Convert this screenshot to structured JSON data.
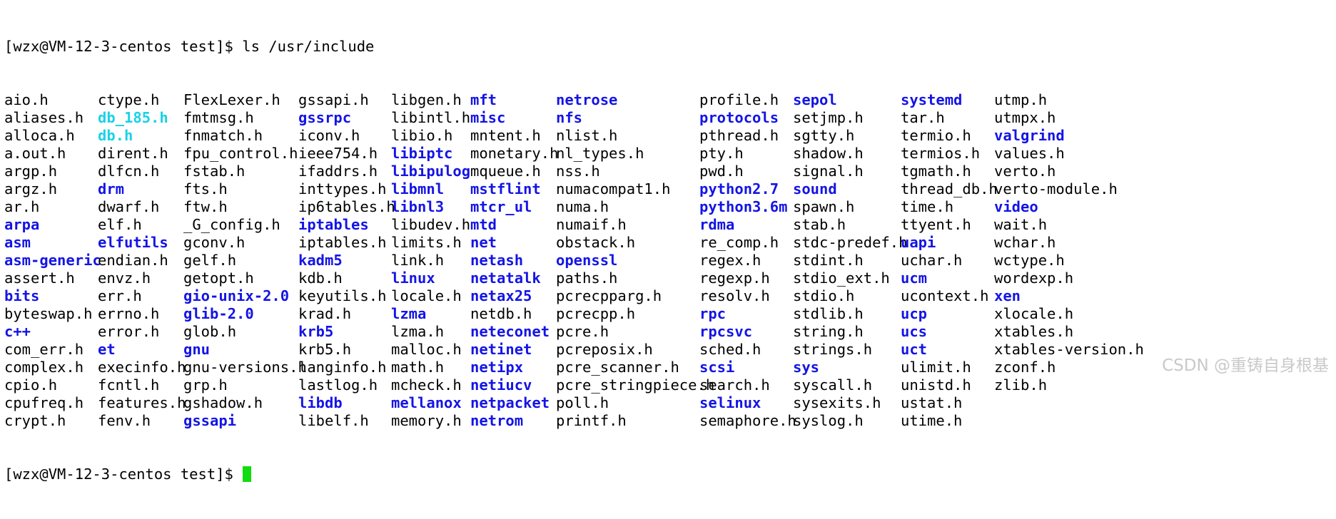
{
  "terminal": {
    "prompt": "[wzx@VM-12-3-centos test]$ ",
    "command": "ls /usr/include",
    "prompt2": "[wzx@VM-12-3-centos test]$ ",
    "colors": {
      "file": "#000000",
      "dir": "#1414e6",
      "link": "#19d2e6",
      "cursor": "#10dc10"
    }
  },
  "listing": {
    "columns": [
      [
        {
          "name": "aio.h",
          "kind": "file"
        },
        {
          "name": "aliases.h",
          "kind": "file"
        },
        {
          "name": "alloca.h",
          "kind": "file"
        },
        {
          "name": "a.out.h",
          "kind": "file"
        },
        {
          "name": "argp.h",
          "kind": "file"
        },
        {
          "name": "argz.h",
          "kind": "file"
        },
        {
          "name": "ar.h",
          "kind": "file"
        },
        {
          "name": "arpa",
          "kind": "dir"
        },
        {
          "name": "asm",
          "kind": "dir"
        },
        {
          "name": "asm-generic",
          "kind": "dir"
        },
        {
          "name": "assert.h",
          "kind": "file"
        },
        {
          "name": "bits",
          "kind": "dir"
        },
        {
          "name": "byteswap.h",
          "kind": "file"
        },
        {
          "name": "c++",
          "kind": "dir"
        },
        {
          "name": "com_err.h",
          "kind": "file"
        },
        {
          "name": "complex.h",
          "kind": "file"
        },
        {
          "name": "cpio.h",
          "kind": "file"
        },
        {
          "name": "cpufreq.h",
          "kind": "file"
        },
        {
          "name": "crypt.h",
          "kind": "file"
        }
      ],
      [
        {
          "name": "ctype.h",
          "kind": "file"
        },
        {
          "name": "db_185.h",
          "kind": "link"
        },
        {
          "name": "db.h",
          "kind": "link"
        },
        {
          "name": "dirent.h",
          "kind": "file"
        },
        {
          "name": "dlfcn.h",
          "kind": "file"
        },
        {
          "name": "drm",
          "kind": "dir"
        },
        {
          "name": "dwarf.h",
          "kind": "file"
        },
        {
          "name": "elf.h",
          "kind": "file"
        },
        {
          "name": "elfutils",
          "kind": "dir"
        },
        {
          "name": "endian.h",
          "kind": "file"
        },
        {
          "name": "envz.h",
          "kind": "file"
        },
        {
          "name": "err.h",
          "kind": "file"
        },
        {
          "name": "errno.h",
          "kind": "file"
        },
        {
          "name": "error.h",
          "kind": "file"
        },
        {
          "name": "et",
          "kind": "dir"
        },
        {
          "name": "execinfo.h",
          "kind": "file"
        },
        {
          "name": "fcntl.h",
          "kind": "file"
        },
        {
          "name": "features.h",
          "kind": "file"
        },
        {
          "name": "fenv.h",
          "kind": "file"
        }
      ],
      [
        {
          "name": "FlexLexer.h",
          "kind": "file"
        },
        {
          "name": "fmtmsg.h",
          "kind": "file"
        },
        {
          "name": "fnmatch.h",
          "kind": "file"
        },
        {
          "name": "fpu_control.h",
          "kind": "file"
        },
        {
          "name": "fstab.h",
          "kind": "file"
        },
        {
          "name": "fts.h",
          "kind": "file"
        },
        {
          "name": "ftw.h",
          "kind": "file"
        },
        {
          "name": "_G_config.h",
          "kind": "file"
        },
        {
          "name": "gconv.h",
          "kind": "file"
        },
        {
          "name": "gelf.h",
          "kind": "file"
        },
        {
          "name": "getopt.h",
          "kind": "file"
        },
        {
          "name": "gio-unix-2.0",
          "kind": "dir"
        },
        {
          "name": "glib-2.0",
          "kind": "dir"
        },
        {
          "name": "glob.h",
          "kind": "file"
        },
        {
          "name": "gnu",
          "kind": "dir"
        },
        {
          "name": "gnu-versions.h",
          "kind": "file"
        },
        {
          "name": "grp.h",
          "kind": "file"
        },
        {
          "name": "gshadow.h",
          "kind": "file"
        },
        {
          "name": "gssapi",
          "kind": "dir"
        }
      ],
      [
        {
          "name": "gssapi.h",
          "kind": "file"
        },
        {
          "name": "gssrpc",
          "kind": "dir"
        },
        {
          "name": "iconv.h",
          "kind": "file"
        },
        {
          "name": "ieee754.h",
          "kind": "file"
        },
        {
          "name": "ifaddrs.h",
          "kind": "file"
        },
        {
          "name": "inttypes.h",
          "kind": "file"
        },
        {
          "name": "ip6tables.h",
          "kind": "file"
        },
        {
          "name": "iptables",
          "kind": "dir"
        },
        {
          "name": "iptables.h",
          "kind": "file"
        },
        {
          "name": "kadm5",
          "kind": "dir"
        },
        {
          "name": "kdb.h",
          "kind": "file"
        },
        {
          "name": "keyutils.h",
          "kind": "file"
        },
        {
          "name": "krad.h",
          "kind": "file"
        },
        {
          "name": "krb5",
          "kind": "dir"
        },
        {
          "name": "krb5.h",
          "kind": "file"
        },
        {
          "name": "langinfo.h",
          "kind": "file"
        },
        {
          "name": "lastlog.h",
          "kind": "file"
        },
        {
          "name": "libdb",
          "kind": "dir"
        },
        {
          "name": "libelf.h",
          "kind": "file"
        }
      ],
      [
        {
          "name": "libgen.h",
          "kind": "file"
        },
        {
          "name": "libintl.h",
          "kind": "file"
        },
        {
          "name": "libio.h",
          "kind": "file"
        },
        {
          "name": "libiptc",
          "kind": "dir"
        },
        {
          "name": "libipulog",
          "kind": "dir"
        },
        {
          "name": "libmnl",
          "kind": "dir"
        },
        {
          "name": "libnl3",
          "kind": "dir"
        },
        {
          "name": "libudev.h",
          "kind": "file"
        },
        {
          "name": "limits.h",
          "kind": "file"
        },
        {
          "name": "link.h",
          "kind": "file"
        },
        {
          "name": "linux",
          "kind": "dir"
        },
        {
          "name": "locale.h",
          "kind": "file"
        },
        {
          "name": "lzma",
          "kind": "dir"
        },
        {
          "name": "lzma.h",
          "kind": "file"
        },
        {
          "name": "malloc.h",
          "kind": "file"
        },
        {
          "name": "math.h",
          "kind": "file"
        },
        {
          "name": "mcheck.h",
          "kind": "file"
        },
        {
          "name": "mellanox",
          "kind": "dir"
        },
        {
          "name": "memory.h",
          "kind": "file"
        }
      ],
      [
        {
          "name": "mft",
          "kind": "dir"
        },
        {
          "name": "misc",
          "kind": "dir"
        },
        {
          "name": "mntent.h",
          "kind": "file"
        },
        {
          "name": "monetary.h",
          "kind": "file"
        },
        {
          "name": "mqueue.h",
          "kind": "file"
        },
        {
          "name": "mstflint",
          "kind": "dir"
        },
        {
          "name": "mtcr_ul",
          "kind": "dir"
        },
        {
          "name": "mtd",
          "kind": "dir"
        },
        {
          "name": "net",
          "kind": "dir"
        },
        {
          "name": "netash",
          "kind": "dir"
        },
        {
          "name": "netatalk",
          "kind": "dir"
        },
        {
          "name": "netax25",
          "kind": "dir"
        },
        {
          "name": "netdb.h",
          "kind": "file"
        },
        {
          "name": "neteconet",
          "kind": "dir"
        },
        {
          "name": "netinet",
          "kind": "dir"
        },
        {
          "name": "netipx",
          "kind": "dir"
        },
        {
          "name": "netiucv",
          "kind": "dir"
        },
        {
          "name": "netpacket",
          "kind": "dir"
        },
        {
          "name": "netrom",
          "kind": "dir"
        }
      ],
      [
        {
          "name": "netrose",
          "kind": "dir"
        },
        {
          "name": "nfs",
          "kind": "dir"
        },
        {
          "name": "nlist.h",
          "kind": "file"
        },
        {
          "name": "nl_types.h",
          "kind": "file"
        },
        {
          "name": "nss.h",
          "kind": "file"
        },
        {
          "name": "numacompat1.h",
          "kind": "file"
        },
        {
          "name": "numa.h",
          "kind": "file"
        },
        {
          "name": "numaif.h",
          "kind": "file"
        },
        {
          "name": "obstack.h",
          "kind": "file"
        },
        {
          "name": "openssl",
          "kind": "dir"
        },
        {
          "name": "paths.h",
          "kind": "file"
        },
        {
          "name": "pcrecpparg.h",
          "kind": "file"
        },
        {
          "name": "pcrecpp.h",
          "kind": "file"
        },
        {
          "name": "pcre.h",
          "kind": "file"
        },
        {
          "name": "pcreposix.h",
          "kind": "file"
        },
        {
          "name": "pcre_scanner.h",
          "kind": "file"
        },
        {
          "name": "pcre_stringpiece.h",
          "kind": "file"
        },
        {
          "name": "poll.h",
          "kind": "file"
        },
        {
          "name": "printf.h",
          "kind": "file"
        }
      ],
      [
        {
          "name": "profile.h",
          "kind": "file"
        },
        {
          "name": "protocols",
          "kind": "dir"
        },
        {
          "name": "pthread.h",
          "kind": "file"
        },
        {
          "name": "pty.h",
          "kind": "file"
        },
        {
          "name": "pwd.h",
          "kind": "file"
        },
        {
          "name": "python2.7",
          "kind": "dir"
        },
        {
          "name": "python3.6m",
          "kind": "dir"
        },
        {
          "name": "rdma",
          "kind": "dir"
        },
        {
          "name": "re_comp.h",
          "kind": "file"
        },
        {
          "name": "regex.h",
          "kind": "file"
        },
        {
          "name": "regexp.h",
          "kind": "file"
        },
        {
          "name": "resolv.h",
          "kind": "file"
        },
        {
          "name": "rpc",
          "kind": "dir"
        },
        {
          "name": "rpcsvc",
          "kind": "dir"
        },
        {
          "name": "sched.h",
          "kind": "file"
        },
        {
          "name": "scsi",
          "kind": "dir"
        },
        {
          "name": "search.h",
          "kind": "file"
        },
        {
          "name": "selinux",
          "kind": "dir"
        },
        {
          "name": "semaphore.h",
          "kind": "file"
        }
      ],
      [
        {
          "name": "sepol",
          "kind": "dir"
        },
        {
          "name": "setjmp.h",
          "kind": "file"
        },
        {
          "name": "sgtty.h",
          "kind": "file"
        },
        {
          "name": "shadow.h",
          "kind": "file"
        },
        {
          "name": "signal.h",
          "kind": "file"
        },
        {
          "name": "sound",
          "kind": "dir"
        },
        {
          "name": "spawn.h",
          "kind": "file"
        },
        {
          "name": "stab.h",
          "kind": "file"
        },
        {
          "name": "stdc-predef.h",
          "kind": "file"
        },
        {
          "name": "stdint.h",
          "kind": "file"
        },
        {
          "name": "stdio_ext.h",
          "kind": "file"
        },
        {
          "name": "stdio.h",
          "kind": "file"
        },
        {
          "name": "stdlib.h",
          "kind": "file"
        },
        {
          "name": "string.h",
          "kind": "file"
        },
        {
          "name": "strings.h",
          "kind": "file"
        },
        {
          "name": "sys",
          "kind": "dir"
        },
        {
          "name": "syscall.h",
          "kind": "file"
        },
        {
          "name": "sysexits.h",
          "kind": "file"
        },
        {
          "name": "syslog.h",
          "kind": "file"
        }
      ],
      [
        {
          "name": "systemd",
          "kind": "dir"
        },
        {
          "name": "tar.h",
          "kind": "file"
        },
        {
          "name": "termio.h",
          "kind": "file"
        },
        {
          "name": "termios.h",
          "kind": "file"
        },
        {
          "name": "tgmath.h",
          "kind": "file"
        },
        {
          "name": "thread_db.h",
          "kind": "file"
        },
        {
          "name": "time.h",
          "kind": "file"
        },
        {
          "name": "ttyent.h",
          "kind": "file"
        },
        {
          "name": "uapi",
          "kind": "dir"
        },
        {
          "name": "uchar.h",
          "kind": "file"
        },
        {
          "name": "ucm",
          "kind": "dir"
        },
        {
          "name": "ucontext.h",
          "kind": "file"
        },
        {
          "name": "ucp",
          "kind": "dir"
        },
        {
          "name": "ucs",
          "kind": "dir"
        },
        {
          "name": "uct",
          "kind": "dir"
        },
        {
          "name": "ulimit.h",
          "kind": "file"
        },
        {
          "name": "unistd.h",
          "kind": "file"
        },
        {
          "name": "ustat.h",
          "kind": "file"
        },
        {
          "name": "utime.h",
          "kind": "file"
        }
      ],
      [
        {
          "name": "utmp.h",
          "kind": "file"
        },
        {
          "name": "utmpx.h",
          "kind": "file"
        },
        {
          "name": "valgrind",
          "kind": "dir"
        },
        {
          "name": "values.h",
          "kind": "file"
        },
        {
          "name": "verto.h",
          "kind": "file"
        },
        {
          "name": "verto-module.h",
          "kind": "file"
        },
        {
          "name": "video",
          "kind": "dir"
        },
        {
          "name": "wait.h",
          "kind": "file"
        },
        {
          "name": "wchar.h",
          "kind": "file"
        },
        {
          "name": "wctype.h",
          "kind": "file"
        },
        {
          "name": "wordexp.h",
          "kind": "file"
        },
        {
          "name": "xen",
          "kind": "dir"
        },
        {
          "name": "xlocale.h",
          "kind": "file"
        },
        {
          "name": "xtables.h",
          "kind": "file"
        },
        {
          "name": "xtables-version.h",
          "kind": "file"
        },
        {
          "name": "zconf.h",
          "kind": "file"
        },
        {
          "name": "zlib.h",
          "kind": "file"
        }
      ]
    ]
  },
  "watermark": "CSDN @重铸自身根基"
}
